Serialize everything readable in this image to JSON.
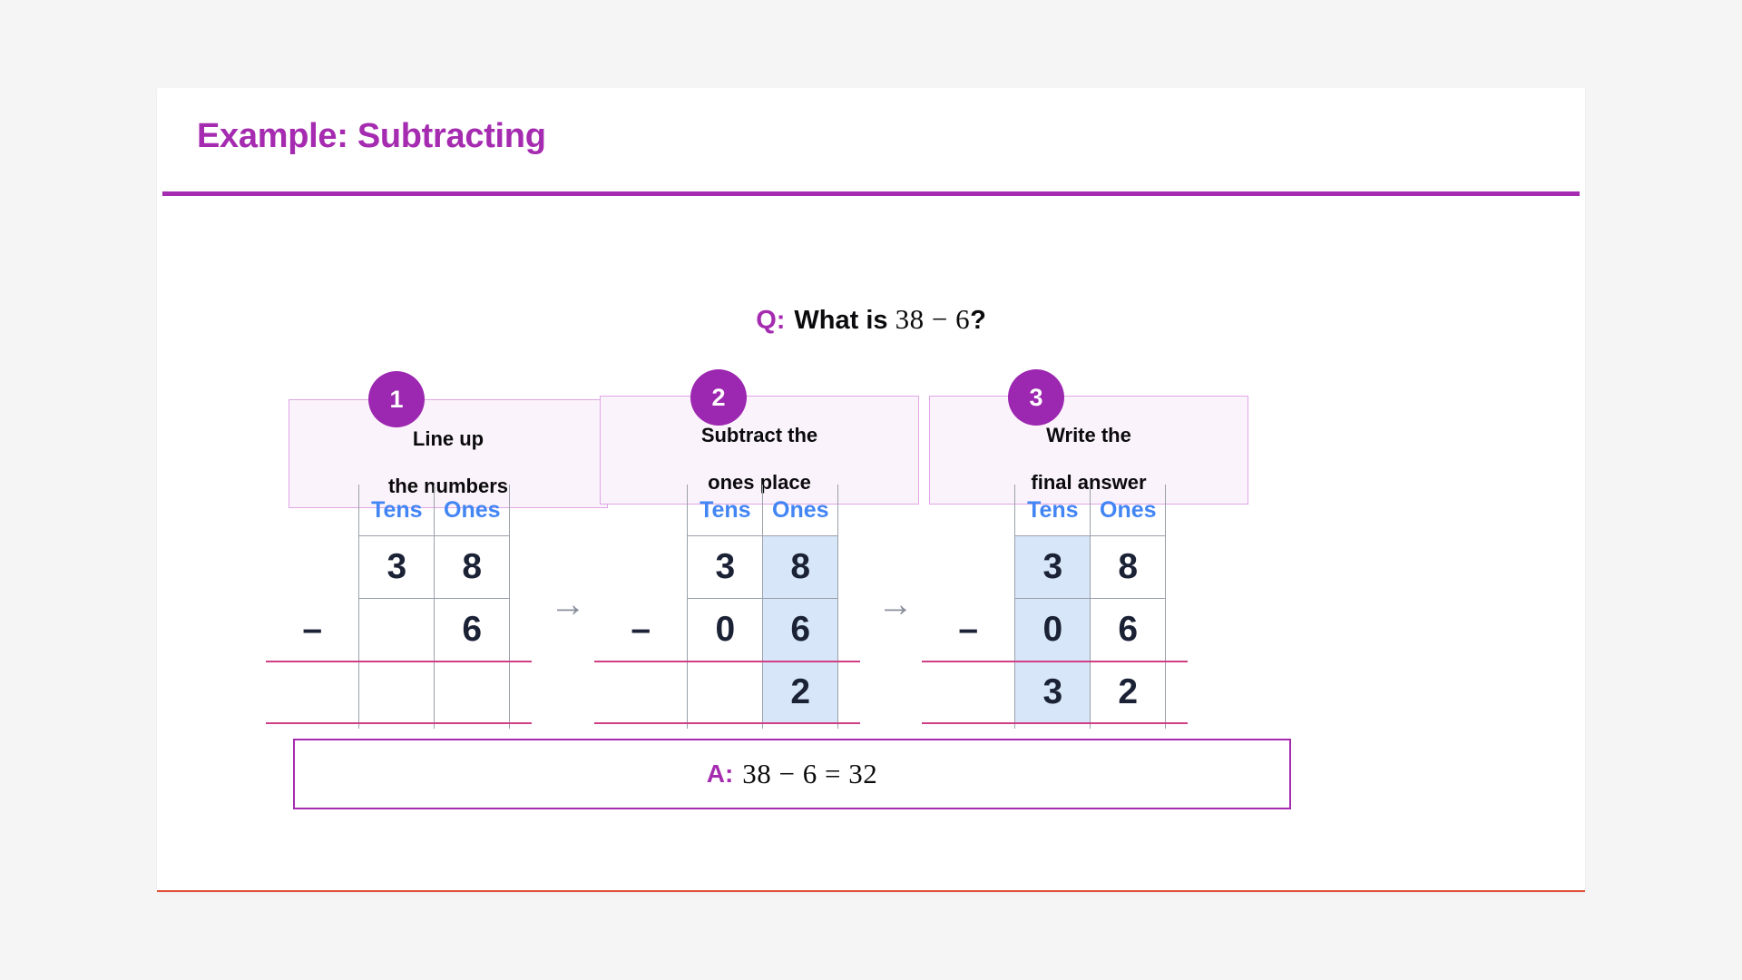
{
  "header": {
    "title": "Example: Subtracting"
  },
  "question": {
    "tag": "Q:",
    "prefix": "What is",
    "expression": "38 − 6",
    "suffix": "?"
  },
  "steps": [
    {
      "number": "1",
      "line1": "Line up",
      "line2": "the numbers"
    },
    {
      "number": "2",
      "line1": "Subtract the",
      "line2": "ones place"
    },
    {
      "number": "3",
      "line1": "Write the",
      "line2": "final answer"
    }
  ],
  "arrows": {
    "glyph": "→",
    "name": "arrow-right-icon"
  },
  "columns": {
    "tens": "Tens",
    "ones": "Ones"
  },
  "minus_sign": "–",
  "tables": [
    {
      "id": "step-1-table",
      "highlight": "none",
      "rows": {
        "minuend": {
          "sign": "",
          "tens": "3",
          "ones": "8",
          "tens_color": "dark",
          "ones_color": "dark"
        },
        "subtrahend": {
          "sign": "–",
          "tens": "",
          "ones": "6",
          "tens_color": "dark",
          "ones_color": "dark"
        },
        "result": {
          "sign": "",
          "tens": "",
          "ones": "",
          "tens_color": "dark",
          "ones_color": "dark"
        }
      }
    },
    {
      "id": "step-2-table",
      "highlight": "ones",
      "rows": {
        "minuend": {
          "sign": "",
          "tens": "3",
          "ones": "8",
          "tens_color": "dark",
          "ones_color": "dark"
        },
        "subtrahend": {
          "sign": "–",
          "tens": "0",
          "ones": "6",
          "tens_color": "purple",
          "ones_color": "dark"
        },
        "result": {
          "sign": "",
          "tens": "",
          "ones": "2",
          "tens_color": "dark",
          "ones_color": "dark"
        }
      }
    },
    {
      "id": "step-3-table",
      "highlight": "tens",
      "rows": {
        "minuend": {
          "sign": "",
          "tens": "3",
          "ones": "8",
          "tens_color": "dark",
          "ones_color": "dark"
        },
        "subtrahend": {
          "sign": "–",
          "tens": "0",
          "ones": "6",
          "tens_color": "dark",
          "ones_color": "dark"
        },
        "result": {
          "sign": "",
          "tens": "3",
          "ones": "2",
          "tens_color": "purple",
          "ones_color": "dark"
        }
      }
    }
  ],
  "answer": {
    "tag": "A:",
    "equation": "38 − 6 = 32"
  },
  "colors": {
    "brand_purple": "#a52bb0",
    "badge_purple": "#9c27b0",
    "accent_blue": "#4285f4",
    "highlight_blue": "#d7e7f9",
    "rule_pink": "#cf3f85",
    "digit_dark": "#1b2236",
    "page_bg": "#f5f5f6",
    "card_bg": "#fbf3fb",
    "card_border": "#e0a6e6",
    "bottom_rule": "#e2513a"
  }
}
